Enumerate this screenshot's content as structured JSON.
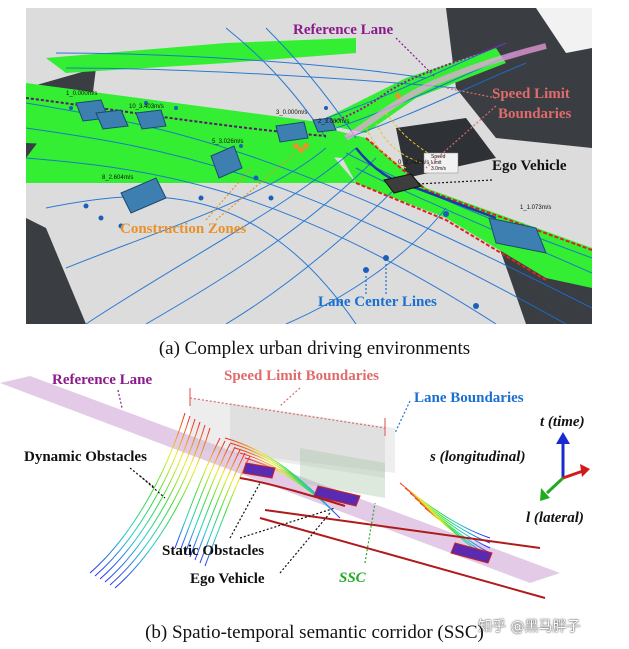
{
  "panel_a": {
    "labels": {
      "reference_lane": "Reference Lane",
      "speed_limit_line1": "Speed Limit",
      "speed_limit_line2": "Boundaries",
      "ego_vehicle": "Ego Vehicle",
      "construction_zones": "Construction Zones",
      "lane_center_lines": "Lane Center Lines"
    },
    "tiny_labels": {
      "v1": "1_0.000m/s",
      "v2": "10_3.403m/s",
      "v3": "3_0.000m/s",
      "v4": "5_3.026m/s",
      "v5": "2_3.000m/s",
      "v6": "8_2.604m/s",
      "v7": "0_2.748m/s",
      "v8": "1_1.073m/s",
      "speed_limit_sign_1": "Speed",
      "speed_limit_sign_2": "Limit",
      "speed_limit_sign_3": "3.0m/s"
    },
    "caption": "(a) Complex urban driving environments"
  },
  "panel_b": {
    "labels": {
      "reference_lane": "Reference Lane",
      "speed_limit_boundaries": "Speed Limit Boundaries",
      "lane_boundaries": "Lane Boundaries",
      "dynamic_obstacles": "Dynamic Obstacles",
      "static_obstacles": "Static Obstacles",
      "ego_vehicle": "Ego Vehicle",
      "ssc": "SSC",
      "axis_t": "t (time)",
      "axis_s": "s (longitudinal)",
      "axis_l": "l (lateral)"
    },
    "caption": "(b) Spatio-temporal semantic corridor (SSC)"
  },
  "watermark": "知乎 @黑马胖子",
  "colors": {
    "reference_lane": "#8b1a8b",
    "speed_limit": "#e06b6b",
    "lane_center": "#1a6fd1",
    "construction": "#e8922a",
    "ssc": "#22aa22",
    "drivable_green": "#33ee33"
  }
}
